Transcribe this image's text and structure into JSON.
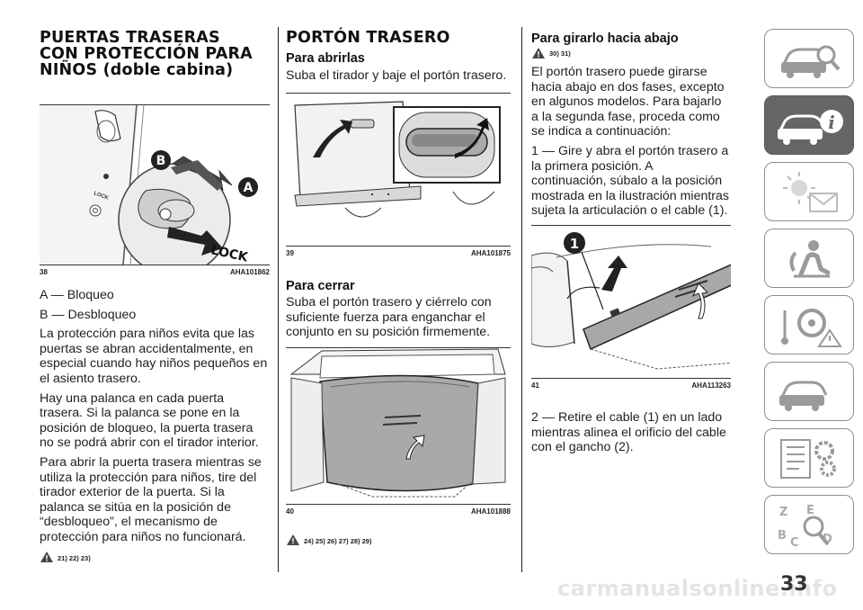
{
  "col1": {
    "heading_lines": [
      "PUERTAS TRASERAS",
      "CON PROTECCIÓN PARA",
      "NIÑOS (doble cabina)"
    ],
    "fig": {
      "number": "38",
      "code": "AHA101862",
      "callout_b": "B",
      "callout_a": "A",
      "lock_text": "LOCK",
      "lock_small": "LOCK"
    },
    "legend_a": "A — Bloqueo",
    "legend_b": "B — Desbloqueo",
    "paragraphs": [
      "La protección para niños evita que las puertas se abran accidentalmente, en especial cuando hay niños pequeños en el asiento trasero.",
      "Hay una palanca en cada puerta trasera. Si la palanca se pone en la posición de bloqueo, la puerta trasera no se podrá abrir con el tirador interior.",
      "Para abrir la puerta trasera mientras se utiliza la protección para niños, tire del tirador exterior de la puerta. Si la palanca se sitúa en la posición de “desbloqueo”, el mecanismo de protección para niños no funcionará."
    ],
    "warning_refs": "21) 22) 23)"
  },
  "col2": {
    "heading": "PORTÓN TRASERO",
    "sub_open": "Para abrirlas",
    "text_open": "Suba el tirador y baje el portón trasero.",
    "fig39": {
      "number": "39",
      "code": "AHA101875"
    },
    "sub_close": "Para cerrar",
    "text_close": "Suba el portón trasero y ciérrelo con suficiente fuerza para enganchar el conjunto en su posición firmemente.",
    "fig40": {
      "number": "40",
      "code": "AHA101888"
    },
    "warning_refs": "24) 25) 26) 27) 28) 29)"
  },
  "col3": {
    "heading": "Para girarlo hacia abajo",
    "warning_refs": "30) 31)",
    "paragraphs": [
      "El portón trasero puede girarse hacia abajo en dos fases, excepto en algunos modelos. Para bajarlo a la segunda fase, proceda como se indica a continuación:",
      "1 — Gire y abra el portón trasero a la primera posición. A continuación, súbalo a la posición mostrada en la ilustración mientras sujeta la articulación o el cable (1)."
    ],
    "fig41": {
      "number": "41",
      "code": "AHA113263",
      "callout": "1"
    },
    "para_after": "2 — Retire el cable (1) en un lado mientras alinea el orificio del cable con el gancho (2)."
  },
  "sidebar": {
    "tabs": [
      {
        "icon": "car-search-icon",
        "active": false
      },
      {
        "icon": "car-info-icon",
        "active": true
      },
      {
        "icon": "warning-lights-icon",
        "active": false
      },
      {
        "icon": "airbag-person-icon",
        "active": false
      },
      {
        "icon": "steering-warning-icon",
        "active": false
      },
      {
        "icon": "car-emergency-icon",
        "active": false
      },
      {
        "icon": "car-service-icon",
        "active": false
      },
      {
        "icon": "specs-gears-icon",
        "active": false
      },
      {
        "icon": "alphabet-index-icon",
        "active": false
      }
    ],
    "active_color": "#666666"
  },
  "page_number": "33",
  "footer": "carmanualsonline.info"
}
